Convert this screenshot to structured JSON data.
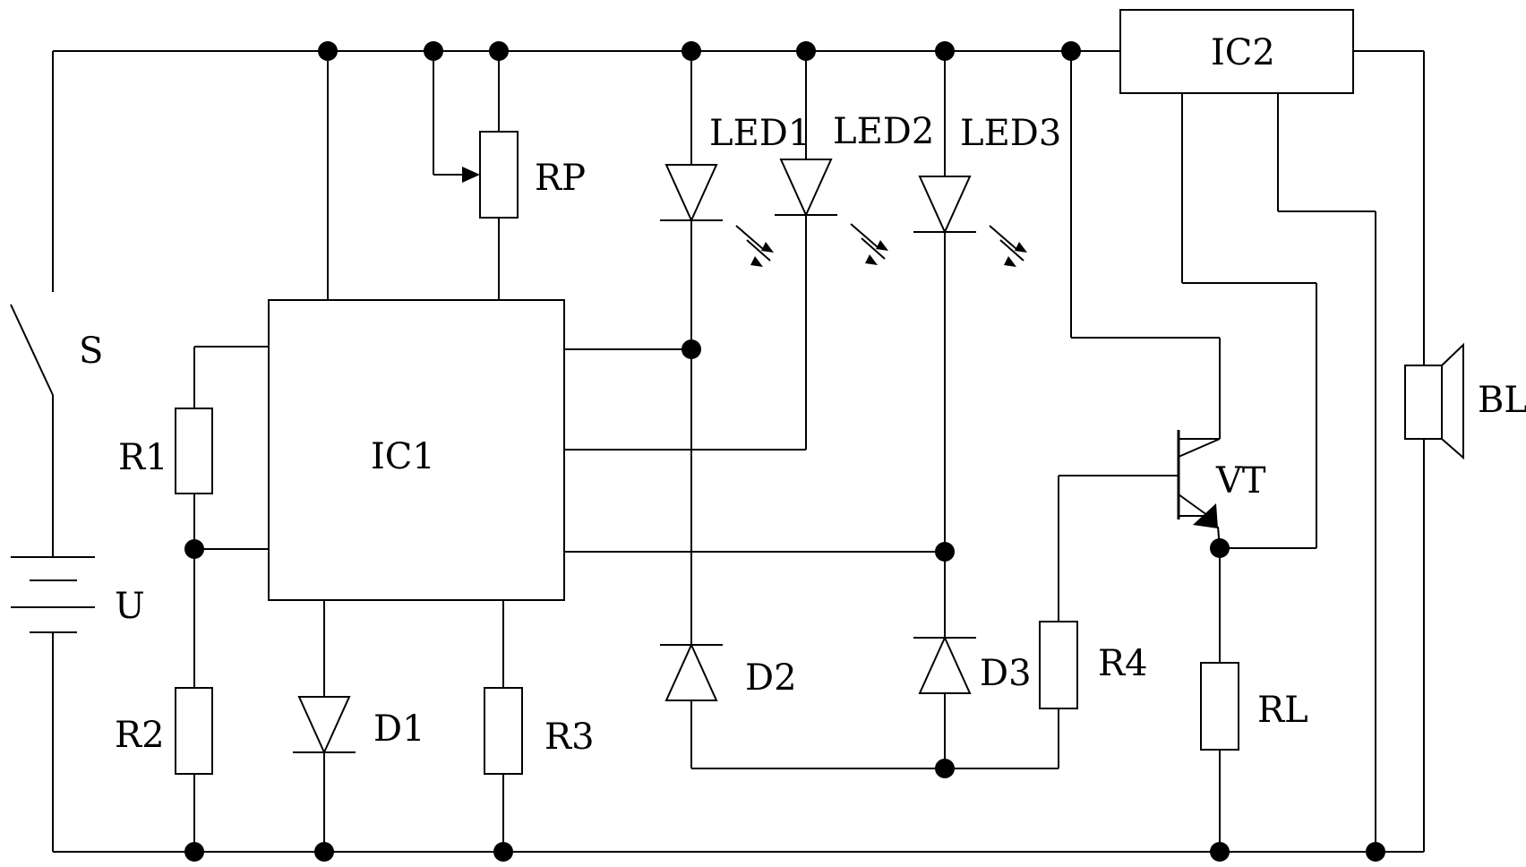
{
  "labels": {
    "switch": "S",
    "battery": "U",
    "r1": "R1",
    "r2": "R2",
    "r3": "R3",
    "r4": "R4",
    "rl": "RL",
    "rp": "RP",
    "ic1": "IC1",
    "ic2": "IC2",
    "d1": "D1",
    "d2": "D2",
    "d3": "D3",
    "led1": "LED1",
    "led2": "LED2",
    "led3": "LED3",
    "transistor": "VT",
    "speaker": "BL"
  }
}
